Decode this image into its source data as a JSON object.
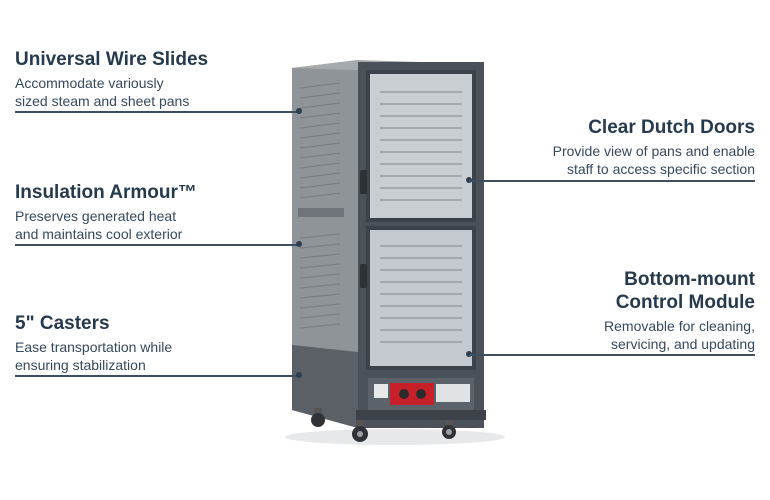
{
  "callouts": {
    "wire_slides": {
      "title": "Universal Wire Slides",
      "line1": "Accommodate variously",
      "line2": "sized steam and sheet pans"
    },
    "insulation": {
      "title": "Insulation Armour™",
      "line1": "Preserves generated heat",
      "line2": "and maintains cool exterior"
    },
    "casters": {
      "title": "5\" Casters",
      "line1": "Ease transportation while",
      "line2": "ensuring stabilization"
    },
    "dutch_doors": {
      "title": "Clear Dutch Doors",
      "line1": "Provide view of pans and enable",
      "line2": "staff to access specific section"
    },
    "control_module": {
      "title1": "Bottom-mount",
      "title2": "Control Module",
      "line1": "Removable for cleaning,",
      "line2": "servicing, and updating"
    }
  },
  "colors": {
    "text": "#253a4d",
    "leader": "#3b4f62",
    "cabinet_gray": "#8c9196",
    "frame_dark": "#4a5058",
    "control_red": "#c8202b"
  }
}
